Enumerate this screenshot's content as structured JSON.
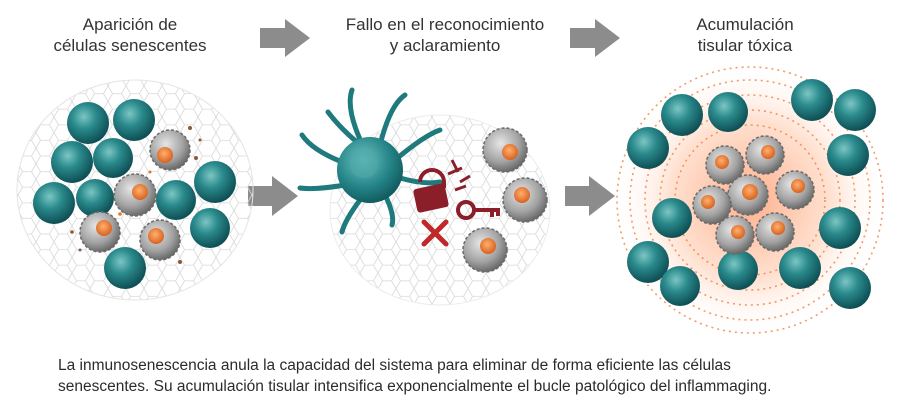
{
  "stages": [
    {
      "title_line1": "Aparición de",
      "title_line2": "células senescentes"
    },
    {
      "title_line1": "Fallo en el reconocimiento",
      "title_line2": "y aclaramiento"
    },
    {
      "title_line1": "Acumulación",
      "title_line2": "tisular tóxica"
    }
  ],
  "caption": {
    "line1": "La inmunosenescencia anula la capacidad del sistema para eliminar de forma eficiente las células",
    "line2": "senescentes. Su acumulación tisular intensifica exponencialmente el bucle patológico del inflammaging."
  },
  "colors": {
    "healthy_cell": "#1f7a7e",
    "healthy_cell_light": "#5fb3b3",
    "senescent_cell": "#9a9a9a",
    "senescent_core": "#e8762b",
    "immune_cell": "#2a8a8c",
    "lock": "#8c1e2a",
    "cross": "#c0282a",
    "arrow": "#8c8c8c",
    "inflammation": "#f07a3a"
  },
  "icons": [
    "right-arrow-icon",
    "lock-icon",
    "key-icon",
    "cross-icon"
  ]
}
